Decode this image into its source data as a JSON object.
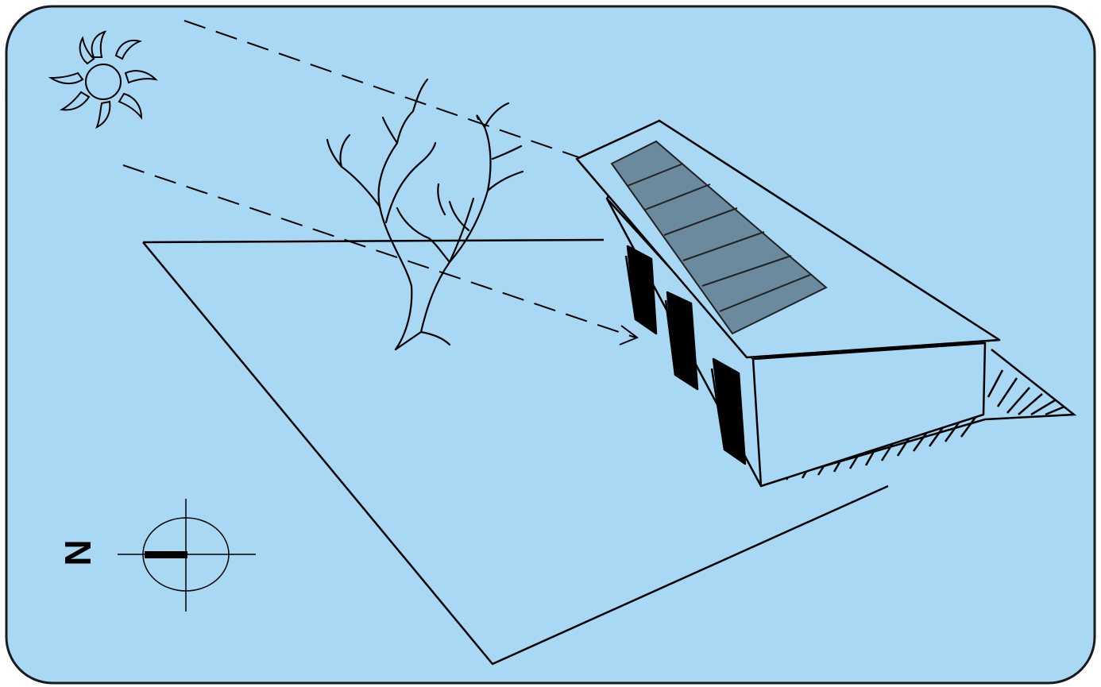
{
  "compass": {
    "label": "N"
  },
  "colors": {
    "background": "#a8d8f4",
    "frame_border": "#1a1a1a",
    "line": "#000000",
    "solar_panel": "#6b8a9e",
    "solar_panel_border": "#222222"
  },
  "elements": {
    "sun": "sun-icon",
    "tree": "tree",
    "house": "house",
    "solar_panels": "solar-panel-array",
    "compass": "compass-icon",
    "sun_rays": "sun-ray-arrows",
    "shadow": "house-shadow-hatching"
  }
}
